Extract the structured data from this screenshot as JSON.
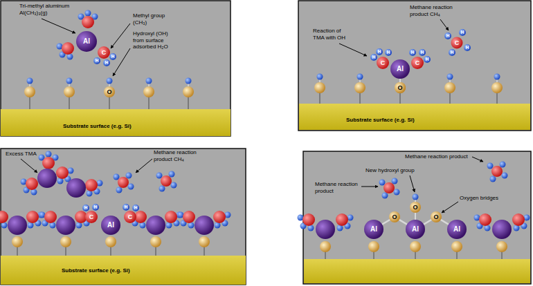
{
  "diagram": {
    "nodes": [
      {
        "text": [
          "Substrate surface (e.g. Si)"
        ]
      },
      {
        "text": [
          "Substrate surface (e.g. Si)"
        ]
      },
      {
        "text": [
          "Substrate surface (e.g. Si)"
        ]
      }
    ],
    "labels": [
      "Tri-methyl aluminum Al(CH₃)₃(g)",
      "Methyl group (CH₃)",
      "Hydroxyl (OH) from surface adsorbed H₂O",
      "Al",
      "C",
      "H",
      "H",
      "H",
      "O",
      "Methane reaction product CH₄",
      "Reaction of TMA with OH",
      "C",
      "H",
      "H",
      "H",
      "Al",
      "C",
      "H",
      "H",
      "H",
      "O",
      "C",
      "H",
      "H",
      "H",
      "H",
      "Excess TMA",
      "Methane reaction product CH₄",
      "C",
      "H",
      "H",
      "Al",
      "C",
      "H",
      "H",
      "Methane reaction product",
      "New hydroxyl group",
      "Methane reaction product",
      "Oxygen bridges",
      "O",
      "O",
      "O",
      "Al",
      "Al",
      "Al"
    ]
  }
}
